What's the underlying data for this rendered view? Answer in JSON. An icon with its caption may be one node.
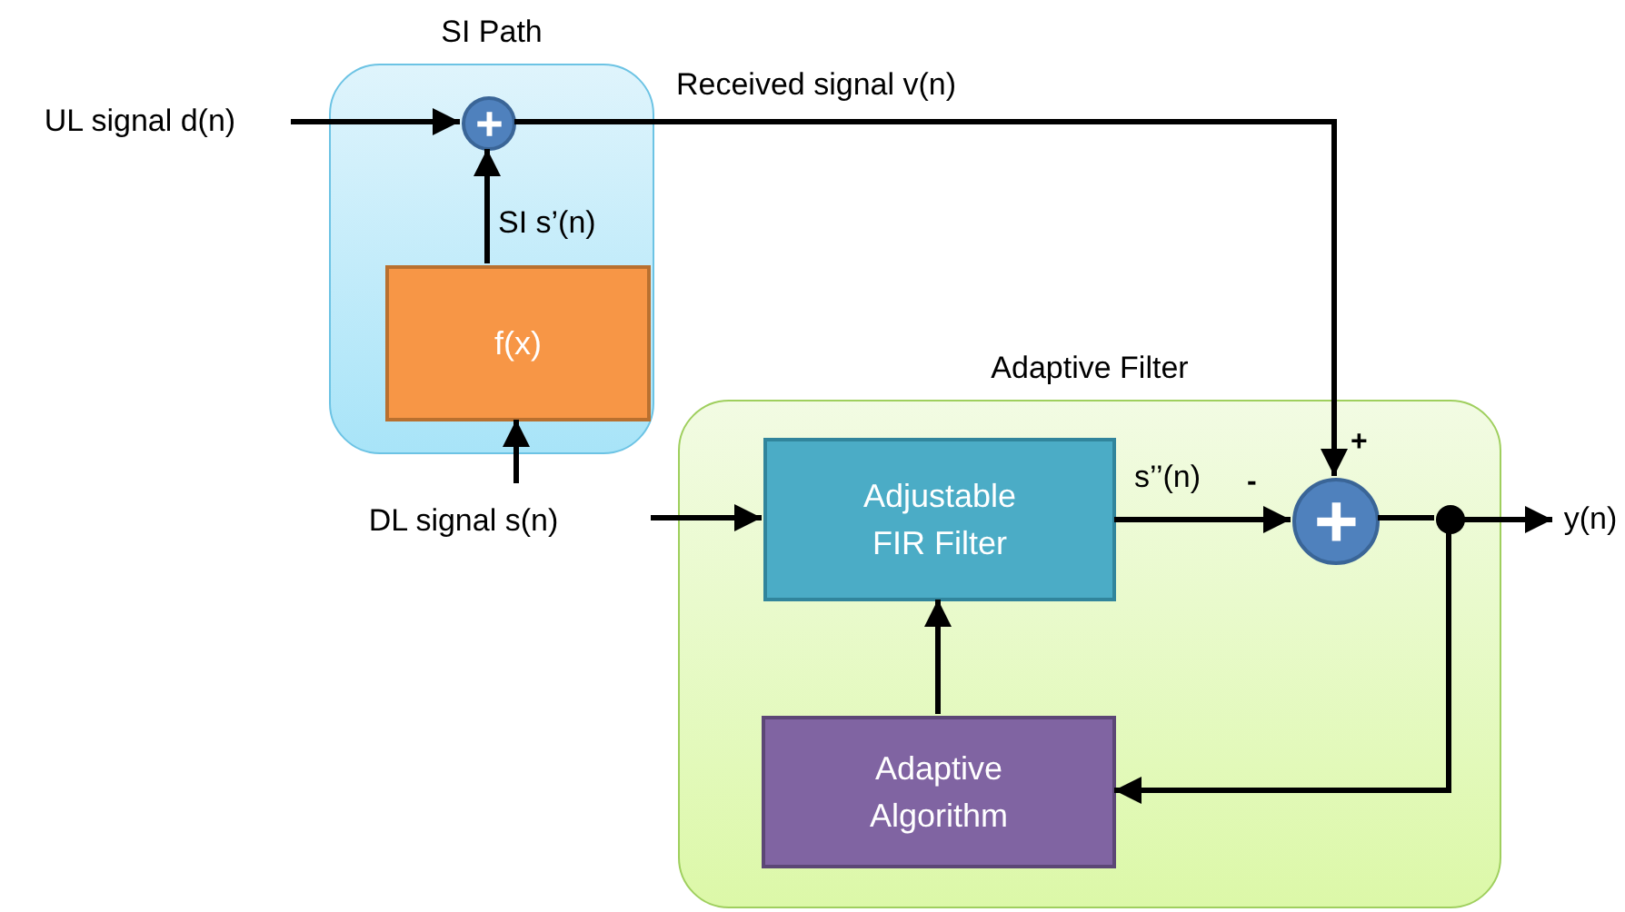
{
  "diagram": {
    "nodes": [
      {
        "text": [
          "SI Path"
        ]
      },
      {
        "text": [],
        "shape": "circle",
        "in": 0
      },
      {
        "text": [
          "f(x)"
        ],
        "in": 0
      },
      {
        "text": [
          "Adaptive Filter"
        ]
      },
      {
        "text": [
          "Adjustable FIR Filter"
        ],
        "in": 3
      },
      {
        "text": [],
        "shape": "circle",
        "in": 3
      },
      {
        "text": [
          "Adaptive Algorithm"
        ],
        "in": 3
      },
      {
        "text": [],
        "shape": "circle",
        "in": 3
      },
      {
        "text": [
          "UL signal d(n)"
        ]
      },
      {
        "text": [
          "DL signal s(n)"
        ]
      },
      {
        "text": [
          "y(n)"
        ]
      }
    ],
    "edges": [
      {
        "from": 8,
        "to": 1,
        "arrow": "to"
      },
      {
        "from": 2,
        "to": 1,
        "arrow": "to",
        "label": "SI s’(n)"
      },
      {
        "from": 9,
        "to": 2,
        "arrow": "to"
      },
      {
        "from": 9,
        "to": 4,
        "arrow": "to"
      },
      {
        "from": 1,
        "to": 5,
        "arrow": "to",
        "label": "Received signal v(n)"
      },
      {
        "from": 4,
        "to": 5,
        "arrow": "to",
        "label": "s’’(n)"
      },
      {
        "from": 5,
        "to": 7,
        "arrow": "none"
      },
      {
        "from": 7,
        "to": 10,
        "arrow": "to"
      },
      {
        "from": 7,
        "to": 6,
        "arrow": "to"
      },
      {
        "from": 6,
        "to": 4,
        "arrow": "to"
      }
    ],
    "labels": [
      "+",
      "-"
    ]
  }
}
